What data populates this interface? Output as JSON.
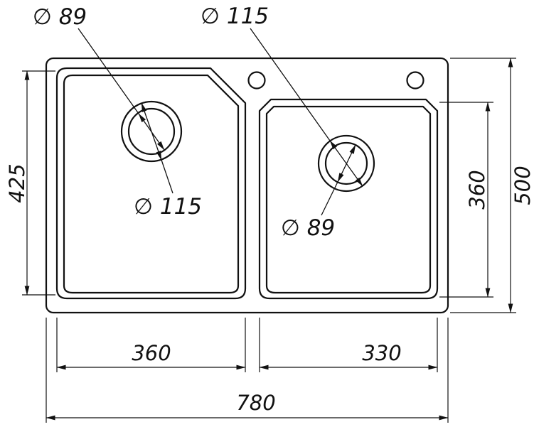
{
  "drawing": {
    "background_color": "#ffffff",
    "line_color": "#111111",
    "labels": {
      "left_drain_hole": "∅ 89",
      "left_drain_flange": "∅ 115",
      "right_drain_flange": "∅ 115",
      "right_drain_hole": "∅ 89",
      "left_bowl_depth": "425",
      "overall_depth": "500",
      "right_bowl_depth": "360",
      "left_bowl_width": "360",
      "right_bowl_width": "330",
      "overall_width": "780"
    }
  }
}
